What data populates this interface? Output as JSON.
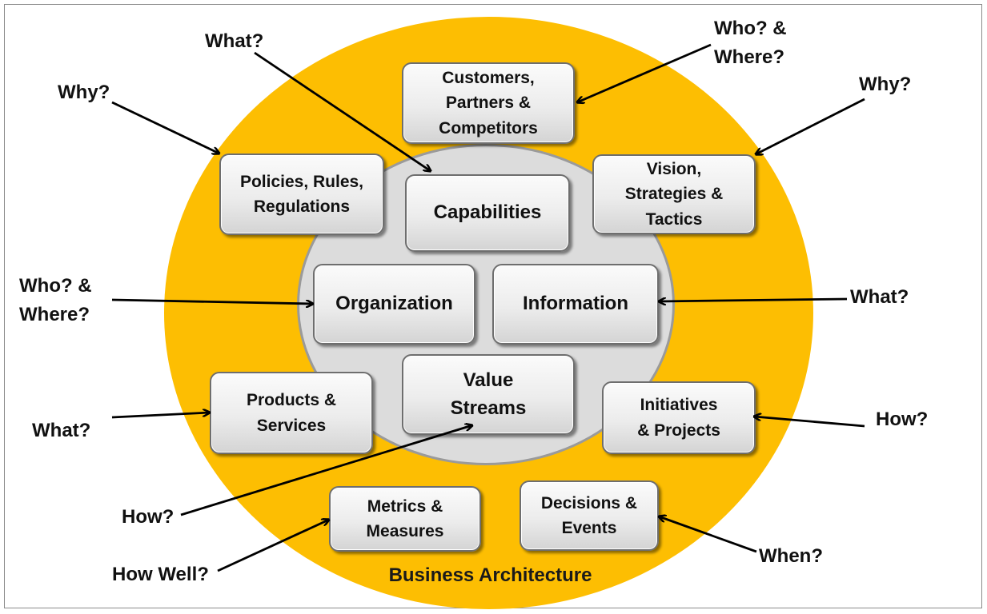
{
  "diagram": {
    "title": "Business Architecture",
    "boxes": {
      "customers": "Customers,\nPartners &\nCompetitors",
      "policies": "Policies, Rules,\nRegulations",
      "capabilities": "Capabilities",
      "vision": "Vision,\nStrategies &\nTactics",
      "organization": "Organization",
      "information": "Information",
      "products": "Products &\nServices",
      "value_streams": "Value\nStreams",
      "initiatives": "Initiatives\n& Projects",
      "metrics": "Metrics &\nMeasures",
      "decisions": "Decisions &\nEvents"
    },
    "questions": {
      "what_top": "What?",
      "who_where_top": "Who? &\nWhere?",
      "why_left": "Why?",
      "why_right": "Why?",
      "who_where_left": "Who? &\nWhere?",
      "what_right": "What?",
      "what_left": "What?",
      "how_right": "How?",
      "how_left": "How?",
      "how_well": "How Well?",
      "when": "When?"
    },
    "colors": {
      "outer_ring": "#FDBE02",
      "inner_circle": "#DCDCDC",
      "box_fill": "#EDEDED",
      "arrow": "#000000"
    }
  }
}
